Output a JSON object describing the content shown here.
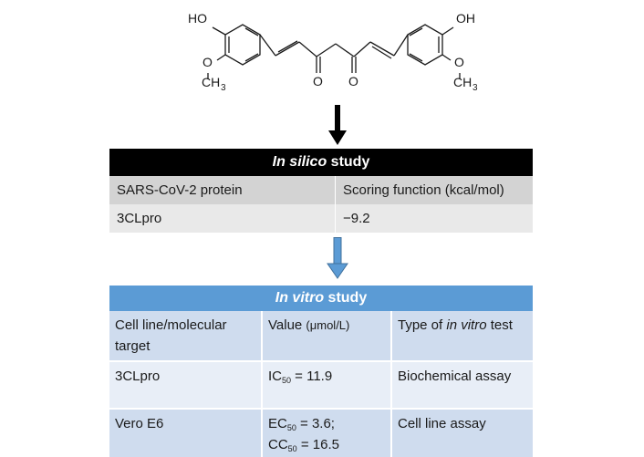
{
  "structure": {
    "ho_left": "HO",
    "oh_right": "OH",
    "o": "O",
    "ch": "CH",
    "three": "3"
  },
  "in_silico": {
    "title_italic": "In silico",
    "title_rest": " study",
    "header": [
      "SARS-CoV-2 protein",
      "Scoring function (kcal/mol)"
    ],
    "row": [
      "3CLpro",
      "−9.2"
    ]
  },
  "in_vitro": {
    "title_italic": "In vitro",
    "title_rest": " study",
    "header": {
      "col1": "Cell line/molecular target",
      "col2_main": "Value ",
      "col2_unit": "(μmol/L)",
      "col3_pre": "Type of ",
      "col3_italic": "in vitro",
      "col3_post": " test"
    },
    "row1": {
      "target": "3CLpro",
      "ic_label": "IC",
      "ic_sub": "50",
      "ic_value": " = 11.9",
      "test": "Biochemical assay"
    },
    "row2": {
      "target": "Vero E6",
      "ec_label": "EC",
      "ec_sub": "50",
      "ec_value": " = 3.6;",
      "cc_label": "CC",
      "cc_sub": "50",
      "cc_value": " = 16.5",
      "test": "Cell line assay"
    }
  },
  "colors": {
    "silico_header": "#000000",
    "vitro_header": "#5b9bd5",
    "arrow_blue": "#5b9bd5"
  }
}
